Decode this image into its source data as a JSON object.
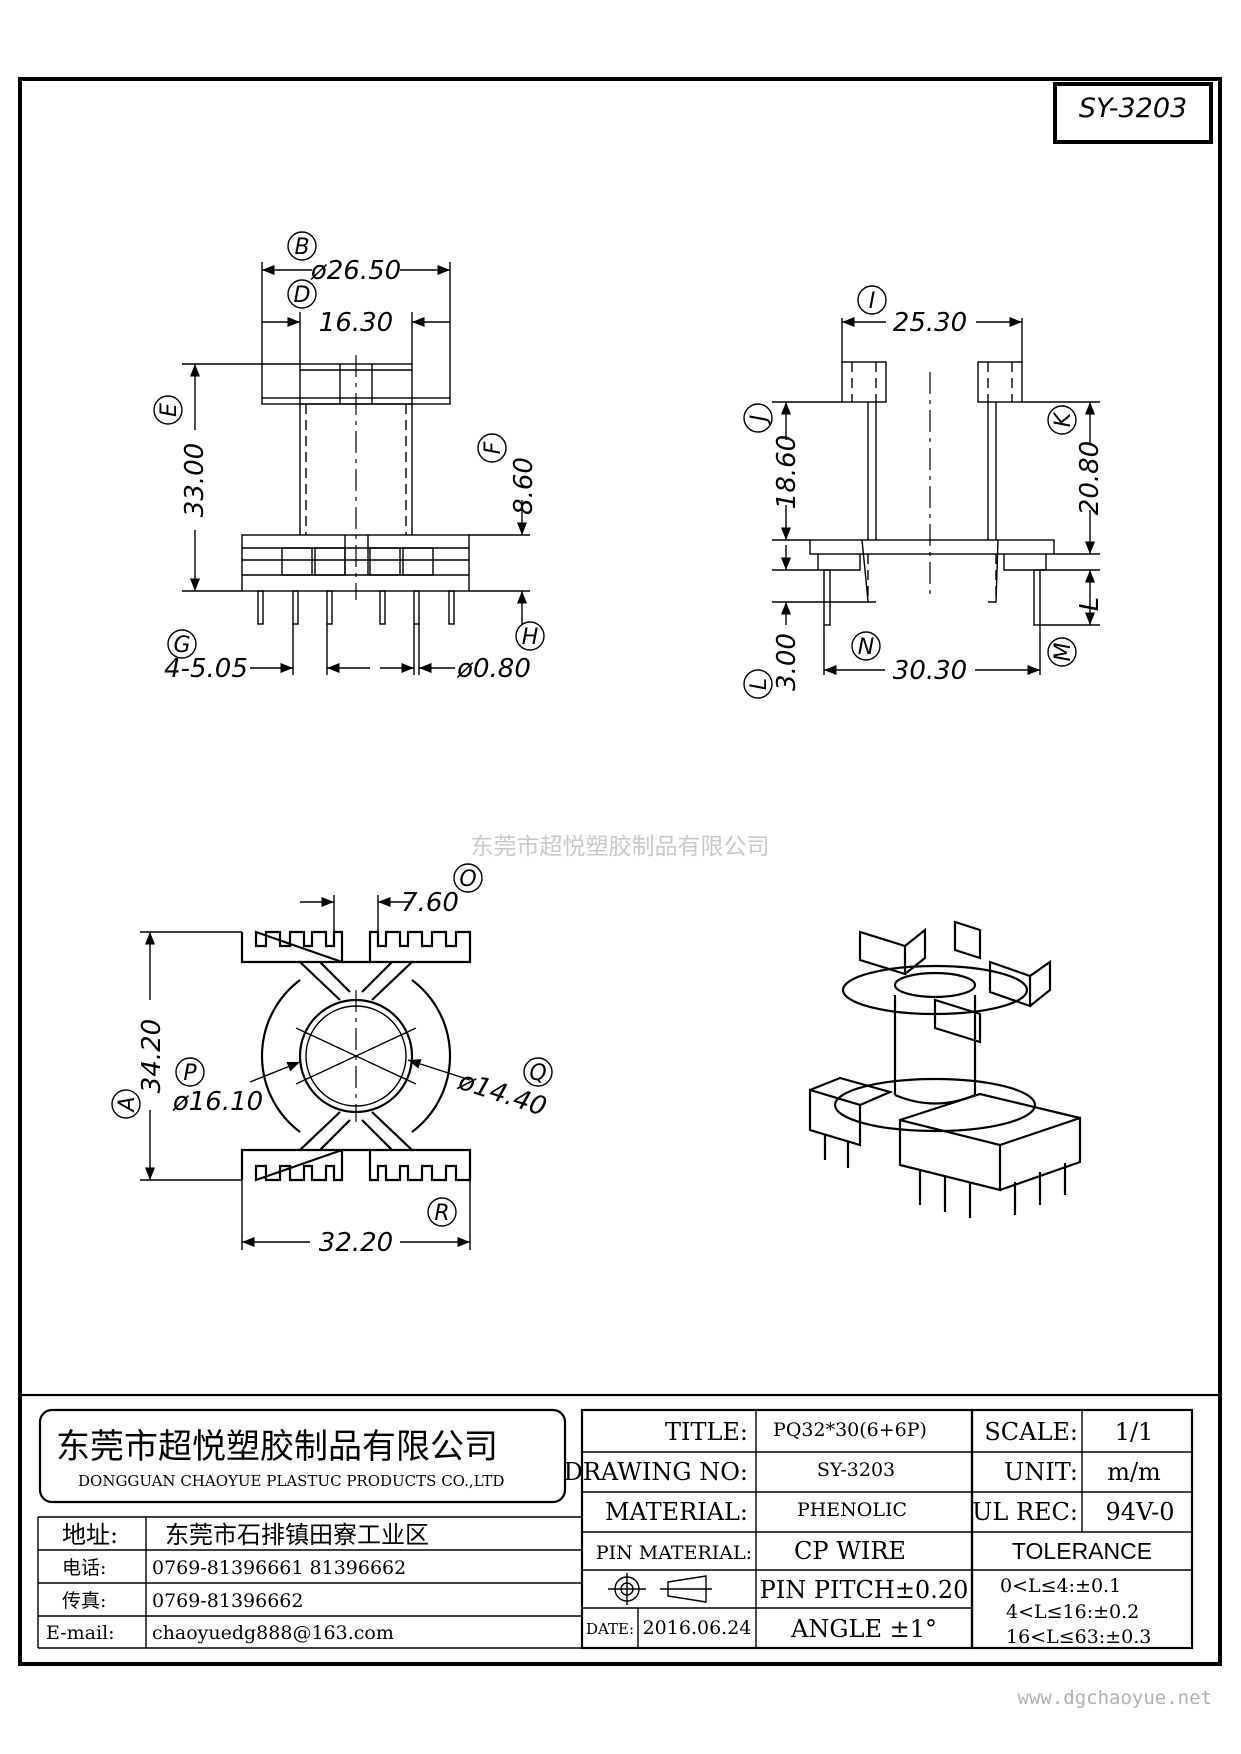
{
  "part_number": "SY-3203",
  "watermark_text": "东莞市超悦塑胶制品有限公司",
  "website": "www.dgchaoyue.net",
  "front_view": {
    "dims": {
      "B": "ø26.50",
      "D": "16.30",
      "E": "33.00",
      "F": "8.60",
      "G": "4-5.05",
      "H": "ø0.80"
    },
    "labels": [
      "B",
      "D",
      "E",
      "F",
      "G",
      "H"
    ]
  },
  "side_view": {
    "dims": {
      "I": "25.30",
      "J": "18.60",
      "K": "20.80",
      "L": "3.00",
      "M": "L",
      "N": "30.30"
    },
    "labels": [
      "I",
      "J",
      "K",
      "L",
      "M",
      "N"
    ]
  },
  "top_view": {
    "dims": {
      "O": "7.60",
      "A": "34.20",
      "P": "ø16.10",
      "Q": "ø14.40",
      "R": "32.20"
    },
    "labels": [
      "O",
      "A",
      "P",
      "Q",
      "R"
    ]
  },
  "title_block": {
    "company_cn": "东莞市超悦塑胶制品有限公司",
    "company_en": "DONGGUAN CHAOYUE PLASTUC PRODUCTS CO.,LTD",
    "address_label": "地址:",
    "address": "东莞市石排镇田寮工业区",
    "phone_label": "电话:",
    "phone": "0769-81396661   81396662",
    "fax_label": "传真:",
    "fax": "0769-81396662",
    "email_label": "E-mail:",
    "email": "chaoyuedg888@163.com",
    "title_label": "TITLE:",
    "title_value": "PQ32*30(6+6P)",
    "drawing_no_label": "DRAWING NO:",
    "drawing_no_value": "SY-3203",
    "material_label": "MATERIAL:",
    "material_value": "PHENOLIC",
    "pin_material_label": "PIN MATERIAL:",
    "pin_material_value": "CP WIRE",
    "pin_pitch": "PIN PITCH±0.20",
    "angle": "ANGLE  ±1°",
    "date_label": "DATE:",
    "date_value": "2016.06.24",
    "scale_label": "SCALE:",
    "scale_value": "1/1",
    "unit_label": "UNIT:",
    "unit_value": "m/m",
    "ul_rec_label": "UL REC:",
    "ul_rec_value": "94V-0",
    "tolerance_label": "TOLERANCE",
    "tolerances": [
      "0<L≤4:±0.1",
      "4<L≤16:±0.2",
      "16<L≤63:±0.3"
    ]
  }
}
